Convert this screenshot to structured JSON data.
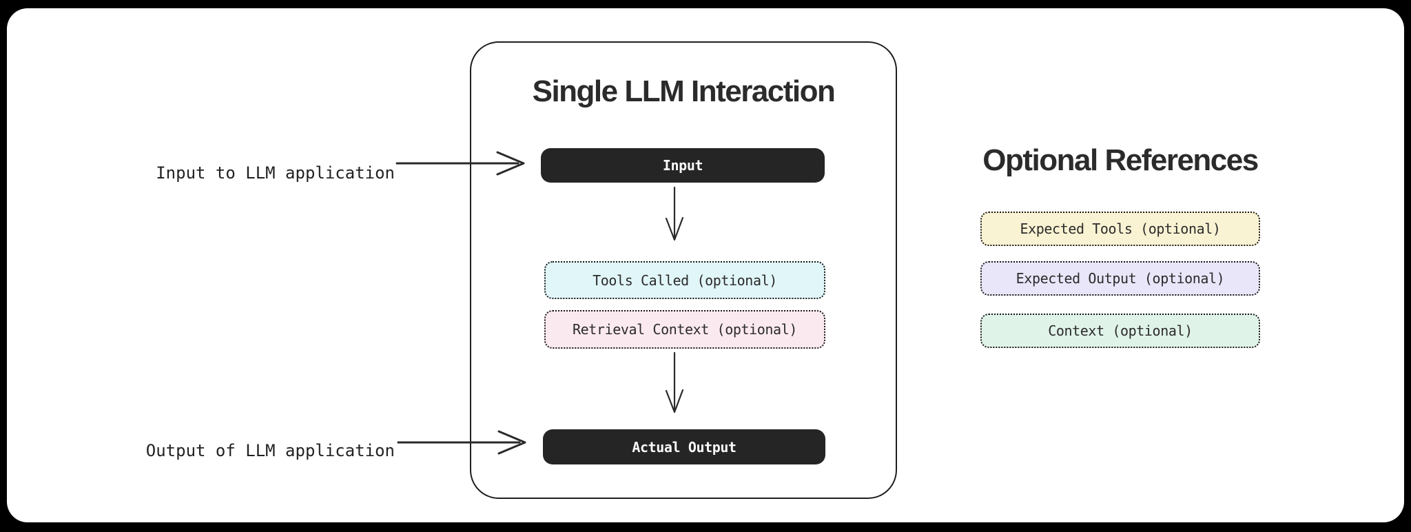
{
  "canvas": {
    "page_bg": "#000000",
    "card_bg": "#ffffff",
    "line_color": "#2a2a2a",
    "text_dark": "#2b2b2b"
  },
  "diagram": {
    "title": "Single LLM Interaction",
    "nodes": {
      "input": {
        "label": "Input",
        "bg": "#252525",
        "fg": "#fafafa"
      },
      "tools_called": {
        "label": "Tools Called (optional)",
        "bg": "#e1f6f9"
      },
      "retrieval_context": {
        "label": "Retrieval Context (optional)",
        "bg": "#fbe9f0"
      },
      "actual_output": {
        "label": "Actual Output",
        "bg": "#252525",
        "fg": "#fafafa"
      }
    }
  },
  "annotations": {
    "input_label": "Input to LLM application",
    "output_label": "Output of LLM application"
  },
  "references": {
    "title": "Optional References",
    "items": [
      {
        "label": "Expected Tools (optional)",
        "bg": "#faf3d3"
      },
      {
        "label": "Expected Output (optional)",
        "bg": "#e9e6f9"
      },
      {
        "label": "Context (optional)",
        "bg": "#e0f3e9"
      }
    ]
  }
}
